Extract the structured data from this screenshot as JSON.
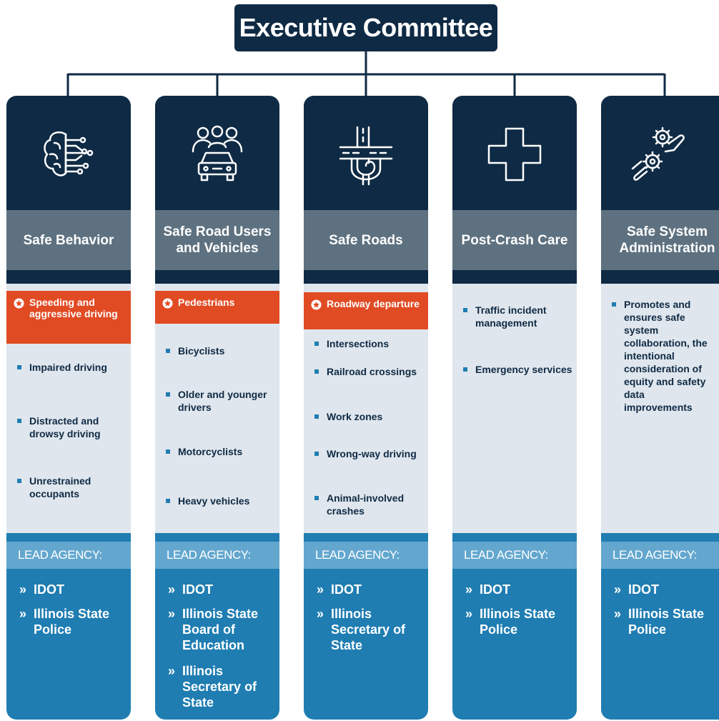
{
  "header": {
    "title": "Executive Committee"
  },
  "lead_label": "LEAD AGENCY:",
  "columns": [
    {
      "icon": "brain-circuit-icon",
      "title": "Safe Behavior",
      "priority": "Speeding and aggressive driving",
      "items": [
        "Impaired driving",
        "Distracted and drowsy driving",
        "Unrestrained occupants"
      ],
      "agencies": [
        "IDOT",
        "Illinois State Police"
      ]
    },
    {
      "icon": "people-car-icon",
      "title": "Safe Road Users and Vehicles",
      "priority": "Pedestrians",
      "items": [
        "Bicyclists",
        "Older and younger drivers",
        "Motorcyclists",
        "Heavy vehicles"
      ],
      "agencies": [
        "IDOT",
        "Illinois State Board of Education",
        "Illinois Secretary of State"
      ]
    },
    {
      "icon": "road-interchange-icon",
      "title": "Safe Roads",
      "priority": "Roadway departure",
      "items": [
        "Intersections",
        "Railroad crossings",
        "Work zones",
        "Wrong-way driving",
        "Animal-involved crashes"
      ],
      "agencies": [
        "IDOT",
        "Illinois Secretary of State"
      ]
    },
    {
      "icon": "medical-cross-icon",
      "title": "Post-Crash Care",
      "priority": "",
      "items": [
        "Traffic incident management",
        "Emergency services"
      ],
      "agencies": [
        "IDOT",
        "Illinois State Police"
      ]
    },
    {
      "icon": "hands-gears-icon",
      "title": "Safe System Administration",
      "priority": "",
      "items": [
        "Promotes and ensures safe system collaboration, the intentional consideration of equity and safety data improvements"
      ],
      "agencies": [
        "IDOT",
        "Illinois State Police"
      ]
    }
  ],
  "colors": {
    "navy": "#0f2a44",
    "slate": "#5e7180",
    "priority_orange": "#e14b24",
    "light_body": "#dfe6ed",
    "agency_blue": "#1f7db2",
    "agency_label_blue": "#63a7cf"
  }
}
